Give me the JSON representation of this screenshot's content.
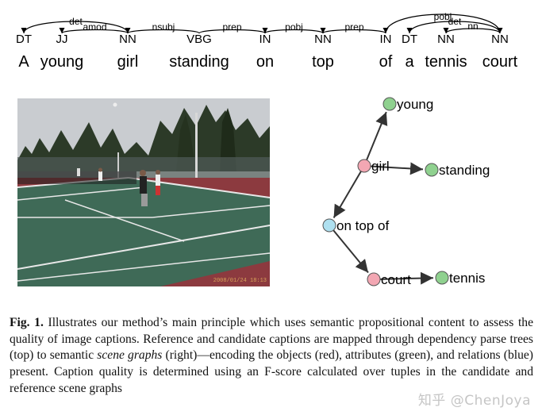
{
  "parse": {
    "tokens": [
      {
        "word": "A",
        "tag": "DT"
      },
      {
        "word": "young",
        "tag": "JJ"
      },
      {
        "word": "girl",
        "tag": "NN"
      },
      {
        "word": "standing",
        "tag": "VBG"
      },
      {
        "word": "on",
        "tag": "IN"
      },
      {
        "word": "top",
        "tag": "NN"
      },
      {
        "word": "of",
        "tag": "IN"
      },
      {
        "word": "a",
        "tag": "DT"
      },
      {
        "word": "tennis",
        "tag": "NN"
      },
      {
        "word": "court",
        "tag": "NN"
      }
    ],
    "arcs": [
      {
        "label": "det",
        "from": 2,
        "to": 0
      },
      {
        "label": "amod",
        "from": 2,
        "to": 1
      },
      {
        "label": "nsubj",
        "from": 3,
        "to": 2
      },
      {
        "label": "prep",
        "from": 3,
        "to": 4
      },
      {
        "label": "pobj",
        "from": 4,
        "to": 5
      },
      {
        "label": "prep",
        "from": 5,
        "to": 6
      },
      {
        "label": "pobj",
        "from": 6,
        "to": 9
      },
      {
        "label": "det",
        "from": 9,
        "to": 7
      },
      {
        "label": "nn",
        "from": 9,
        "to": 8
      }
    ]
  },
  "scene_graph": {
    "nodes": [
      {
        "id": "young",
        "label": "young",
        "kind": "attribute",
        "color": "#8fd18f"
      },
      {
        "id": "girl",
        "label": "girl",
        "kind": "object",
        "color": "#f3a7b3"
      },
      {
        "id": "standing",
        "label": "standing",
        "kind": "attribute",
        "color": "#8fd18f"
      },
      {
        "id": "ontopof",
        "label": "on top of",
        "kind": "relation",
        "color": "#aee0f0"
      },
      {
        "id": "court",
        "label": "court",
        "kind": "object",
        "color": "#f3a7b3"
      },
      {
        "id": "tennis",
        "label": "tennis",
        "kind": "attribute",
        "color": "#8fd18f"
      }
    ],
    "edges": [
      {
        "from": "girl",
        "to": "young"
      },
      {
        "from": "girl",
        "to": "standing"
      },
      {
        "from": "girl",
        "to": "ontopof"
      },
      {
        "from": "ontopof",
        "to": "court"
      },
      {
        "from": "court",
        "to": "tennis"
      }
    ]
  },
  "photo": {
    "timestamp": "2008/01/24 18:13",
    "colors": {
      "court_green": "#3f6a57",
      "court_red": "#8c3a3f",
      "sky": "#c9ccd0",
      "trees": "#2c3a28"
    }
  },
  "caption": {
    "fig_label": "Fig. 1.",
    "text_before_em": " Illustrates our method’s main principle which uses semantic propositional content to assess the quality of image captions. Reference and candidate captions are mapped through dependency parse trees (top) to semantic ",
    "em_text": "scene graphs",
    "text_after_em": " (right)—encoding the objects (red), attributes (green), and relations (blue) present. Caption quality is determined using an F-score calculated over tuples in the candidate and reference scene graphs"
  },
  "watermark": {
    "text": "知乎 @ChenJoya"
  }
}
